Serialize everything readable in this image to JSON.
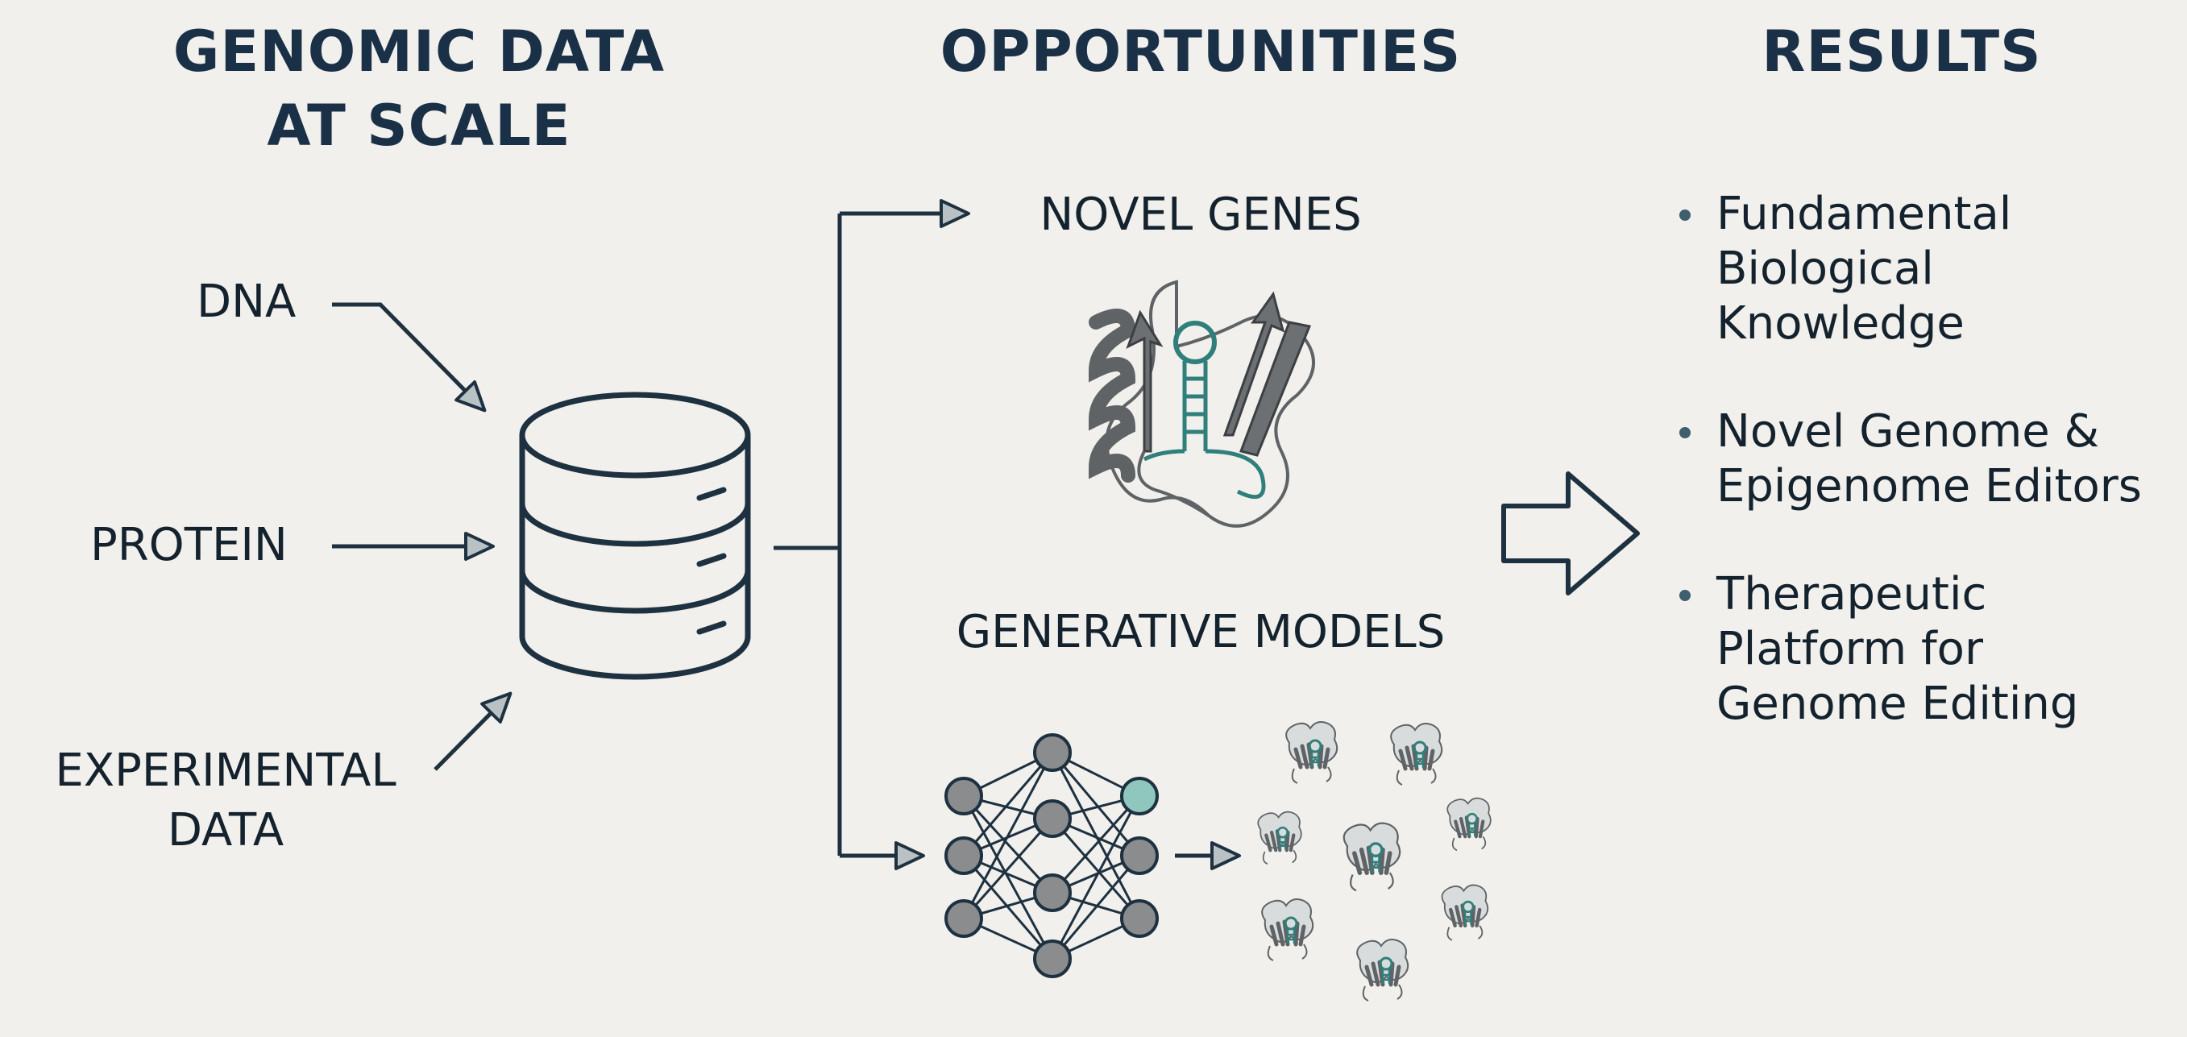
{
  "columns": {
    "input": {
      "heading": "GENOMIC DATA\nAT SCALE"
    },
    "opportunities": {
      "heading": "OPPORTUNITIES"
    },
    "results": {
      "heading": "RESULTS"
    }
  },
  "inputs": {
    "dna": "DNA",
    "protein": "PROTEIN",
    "experimental": "EXPERIMENTAL\nDATA"
  },
  "opportunities": {
    "novel_genes": "NOVEL GENES",
    "generative_models": "GENERATIVE MODELS"
  },
  "results": [
    "Fundamental\nBiological\nKnowledge",
    "Novel Genome &\nEpigenome Editors",
    "Therapeutic\nPlatform for\nGenome Editing"
  ],
  "colors": {
    "background": "#f1f0ec",
    "ink": "#14222e",
    "heading": "#1a3047",
    "protein_gray": "#5f6366",
    "rna_teal": "#2f7f7a",
    "node_gray": "#8a8c8e",
    "node_teal": "#8fc7be"
  },
  "icons": [
    "database-icon",
    "protein-structure-icon",
    "neural-network-icon",
    "protein-cluster-icon",
    "big-arrow-icon"
  ]
}
